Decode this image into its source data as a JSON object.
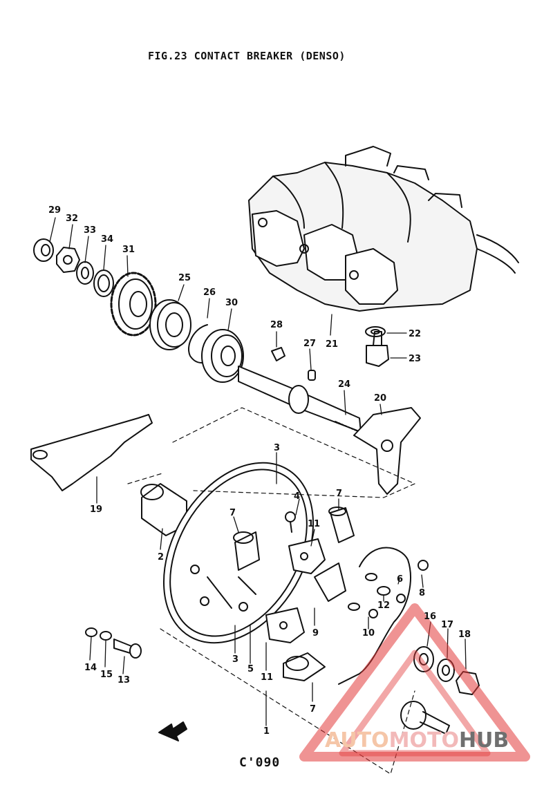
{
  "figure": {
    "title": "FIG.23  CONTACT BREAKER (DENSO)",
    "code": "C'090"
  },
  "watermark": {
    "part1": "AUTO",
    "part2": "MOTO",
    "part3": "HUB",
    "color_red": "#e23b3b",
    "color_orange": "#f0a070",
    "color_gray": "#6f6f6f"
  },
  "callouts": {
    "n1": "1",
    "n2": "2",
    "n3a": "3",
    "n3b": "3",
    "n4": "4",
    "n5": "5",
    "n6": "6",
    "n7a": "7",
    "n7b": "7",
    "n7c": "7",
    "n8": "8",
    "n9": "9",
    "n10": "10",
    "n11a": "11",
    "n11b": "11",
    "n12": "12",
    "n13": "13",
    "n14": "14",
    "n15": "15",
    "n16": "16",
    "n17": "17",
    "n18": "18",
    "n19": "19",
    "n20": "20",
    "n21": "21",
    "n22": "22",
    "n23": "23",
    "n24": "24",
    "n25": "25",
    "n26": "26",
    "n27": "27",
    "n28": "28",
    "n29": "29",
    "n30": "30",
    "n31": "31",
    "n32": "32",
    "n33": "33",
    "n34": "34"
  }
}
